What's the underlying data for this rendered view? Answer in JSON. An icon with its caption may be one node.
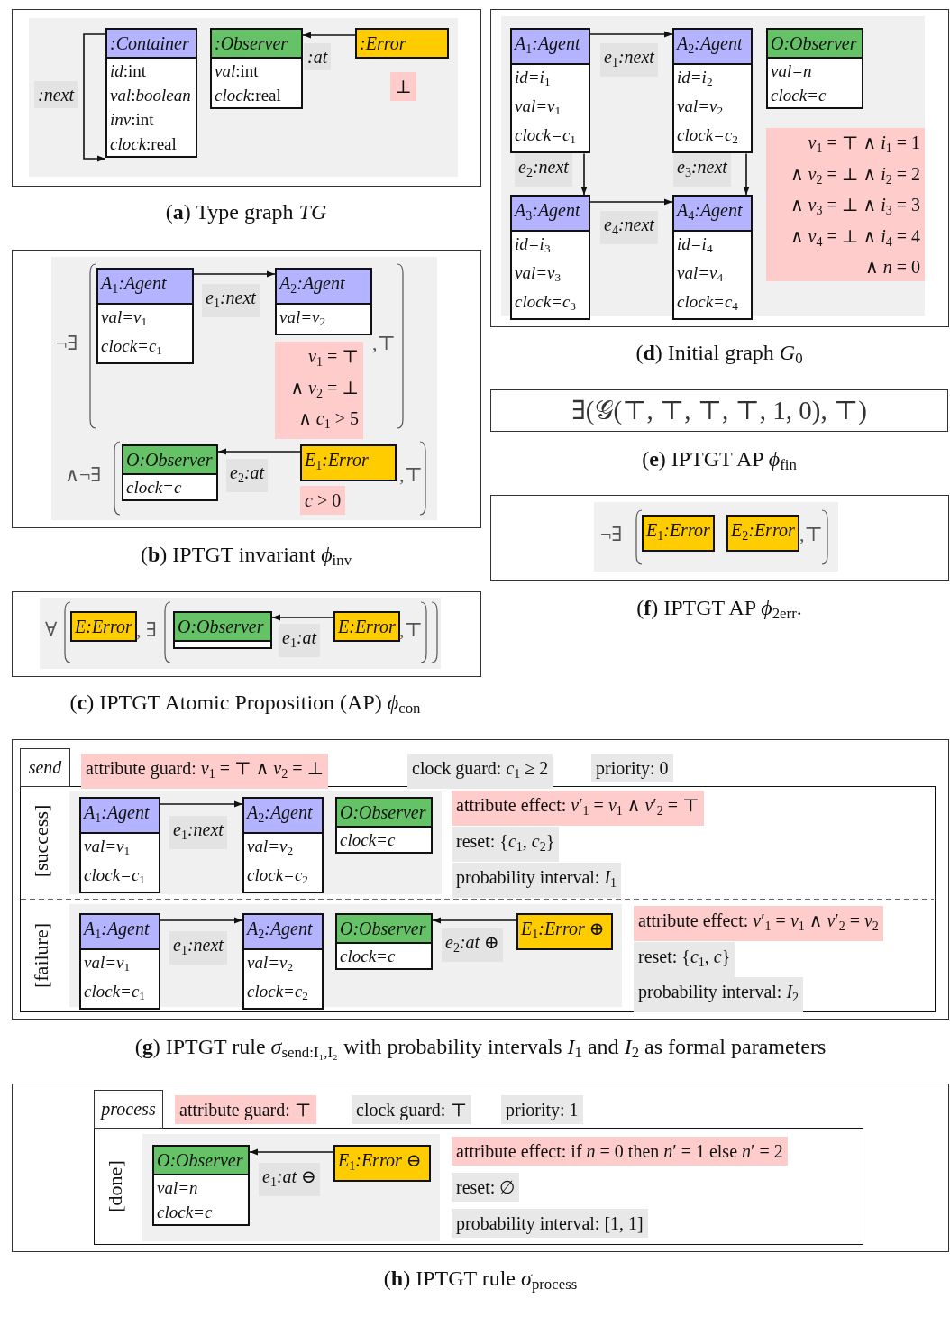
{
  "diagram": {
    "nodes": [
      {
        "text": [
          ":Container",
          "*id*:int",
          "*val*:*boolean*",
          "*inv*:int",
          "*clock*:real"
        ]
      },
      {
        "text": [
          ":Observer",
          "*val*:int",
          "*clock*:real"
        ]
      },
      {
        "text": [
          ":Error"
        ]
      },
      {
        "text": [
          "⊥"
        ]
      },
      {
        "text": [
          "A$_{1}$:Agent",
          "val=v$_{1}$",
          "clock=c$_{1}$"
        ]
      },
      {
        "text": [
          "A$_{2}$:Agent",
          "val=v$_{2}$"
        ]
      },
      {
        "text": [
          "*v*$_{1}$ = ⊤",
          "∧ *v*$_{2}$ = ⊥",
          "∧ *c*$_{1}$ > 5"
        ]
      },
      {
        "text": [
          "O:Observer",
          "clock=c"
        ]
      },
      {
        "text": [
          "E$_{1}$:Error"
        ]
      },
      {
        "text": [
          "*c* > 0"
        ]
      },
      {
        "text": [
          "E:Error"
        ]
      },
      {
        "text": [
          "O:Observer"
        ]
      },
      {
        "text": [
          "E:Error"
        ]
      },
      {
        "text": [
          "A$_{1}$:Agent",
          "id=i$_{1}$",
          "val=v$_{1}$",
          "clock=c$_{1}$"
        ]
      },
      {
        "text": [
          "A$_{2}$:Agent",
          "id=i$_{2}$",
          "val=v$_{2}$",
          "clock=c$_{2}$"
        ]
      },
      {
        "text": [
          "O:Observer",
          "val=n",
          "clock=c"
        ]
      },
      {
        "text": [
          "A$_{3}$:Agent",
          "id=i$_{3}$",
          "val=v$_{3}$",
          "clock=c$_{3}$"
        ]
      },
      {
        "text": [
          "A$_{4}$:Agent",
          "id=i$_{4}$",
          "val=v$_{4}$",
          "clock=c$_{4}$"
        ]
      },
      {
        "text": [
          "*v*$_{1}$ = ⊤ ∧ *i*$_{1}$ = 1",
          "∧ *v*$_{2}$ = ⊥ ∧ *i*$_{2}$ = 2",
          "∧ *v*$_{3}$ = ⊥ ∧ *i*$_{3}$ = 3",
          "∧ *v*$_{4}$ = ⊥ ∧ *i*$_{4}$ = 4",
          "∧ *n* = 0"
        ]
      },
      {
        "text": [
          "∃(𝒢(⊤, ⊤, ⊤, ⊤, 1, 0), ⊤)"
        ]
      },
      {
        "text": [
          "E$_{1}$:Error"
        ]
      },
      {
        "text": [
          "E$_{2}$:Error"
        ]
      },
      {
        "text": [
          "send"
        ]
      },
      {
        "text": [
          "attribute guard:  *v*$_{1}$ = ⊤ ∧ *v*$_{2}$ = ⊥"
        ]
      },
      {
        "text": [
          "clock guard: *c*$_{1}$ ≥ 2"
        ]
      },
      {
        "text": [
          "priority: 0"
        ]
      },
      {
        "text": [
          "A$_{1}$:Agent",
          "val=v$_{1}$",
          "clock=c$_{1}$"
        ]
      },
      {
        "text": [
          "A$_{2}$:Agent",
          "val=v$_{2}$",
          "clock=c$_{2}$"
        ]
      },
      {
        "text": [
          "O:Observer",
          "clock=c"
        ]
      },
      {
        "text": [
          "attribute effect: *v*′$_{1}$ = *v*$_{1}$ ∧ *v*′$_{2}$ = ⊤"
        ]
      },
      {
        "text": [
          "reset: {*c*$_{1}$, *c*$_{2}$}"
        ]
      },
      {
        "text": [
          "probability interval: *I*$_{1}$"
        ]
      },
      {
        "text": [
          "A$_{1}$:Agent",
          "val=v$_{1}$",
          "clock=c$_{1}$"
        ]
      },
      {
        "text": [
          "A$_{2}$:Agent",
          "val=v$_{2}$",
          "clock=c$_{2}$"
        ]
      },
      {
        "text": [
          "O:Observer",
          "clock=c"
        ]
      },
      {
        "text": [
          "E$_{1}$:Error ⊕"
        ]
      },
      {
        "text": [
          "attribute effect: *v*′$_{1}$ = *v*$_{1}$ ∧ *v*′$_{2}$ = *v*$_{2}$"
        ]
      },
      {
        "text": [
          "reset: {*c*$_{1}$, *c*}"
        ]
      },
      {
        "text": [
          "probability interval: *I*$_{2}$"
        ]
      },
      {
        "text": [
          "process"
        ]
      },
      {
        "text": [
          "attribute guard: ⊤"
        ]
      },
      {
        "text": [
          "clock guard: ⊤"
        ]
      },
      {
        "text": [
          "priority: 1"
        ]
      },
      {
        "text": [
          "O:Observer",
          "val=n",
          "clock=c"
        ]
      },
      {
        "text": [
          "E$_{1}$:Error ⊖"
        ]
      },
      {
        "text": [
          "attribute effect: if *n* = 0 then *n*′ = 1 else *n*′ = 2"
        ]
      },
      {
        "text": [
          "reset: ∅"
        ]
      },
      {
        "text": [
          "probability interval: [1, 1]"
        ]
      }
    ],
    "edges": [
      {
        "from": 0,
        "to": 0,
        "arrow": "to",
        "label": ":next"
      },
      {
        "from": 2,
        "to": 1,
        "arrow": "to",
        "label": ":at"
      },
      {
        "from": 4,
        "to": 5,
        "arrow": "to",
        "label": "e$_{1}$:next"
      },
      {
        "from": 8,
        "to": 7,
        "arrow": "to",
        "label": "e$_{2}$:at"
      },
      {
        "from": 12,
        "to": 11,
        "arrow": "to",
        "label": "e$_{1}$:at"
      },
      {
        "from": 13,
        "to": 14,
        "arrow": "to",
        "label": "e$_{1}$:next"
      },
      {
        "from": 13,
        "to": 16,
        "arrow": "to",
        "label": "e$_{2}$:next"
      },
      {
        "from": 14,
        "to": 17,
        "arrow": "to",
        "label": "e$_{3}$:next"
      },
      {
        "from": 16,
        "to": 17,
        "arrow": "to",
        "label": "e$_{4}$:next"
      },
      {
        "from": 26,
        "to": 27,
        "arrow": "to",
        "label": "e$_{1}$:next"
      },
      {
        "from": 32,
        "to": 33,
        "arrow": "to",
        "label": "e$_{1}$:next"
      },
      {
        "from": 35,
        "to": 34,
        "arrow": "to",
        "label": "e$_{2}$:at ⊕"
      },
      {
        "from": 44,
        "to": 43,
        "arrow": "to",
        "label": "e$_{1}$:at ⊖"
      }
    ],
    "labels": [
      "(**a**) Type graph *TG*",
      "¬∃",
      ",⊤",
      "∧¬∃",
      ",⊤",
      "(**b**) IPTGT invariant *ϕ*$_{inv}$",
      "∀",
      ", ∃",
      ",⊤",
      "(**c**) IPTGT Atomic Proposition (AP) *ϕ*$_{con}$",
      "(**d**) Initial graph *G*$_{0}$",
      "(**e**) IPTGT AP *ϕ*$_{fin}$",
      "¬∃",
      ",⊤",
      "(**f**) IPTGT AP *ϕ*$_{2err}$.",
      "[success]",
      "[failure]",
      "(**g**) IPTGT rule *σ*$_{send:I₁,I₂}$ with probability intervals *I*$_{1}$ and *I*$_{2}$ as formal parameters",
      "[done]",
      "(**h**) IPTGT rule *σ*$_{process}$"
    ]
  }
}
